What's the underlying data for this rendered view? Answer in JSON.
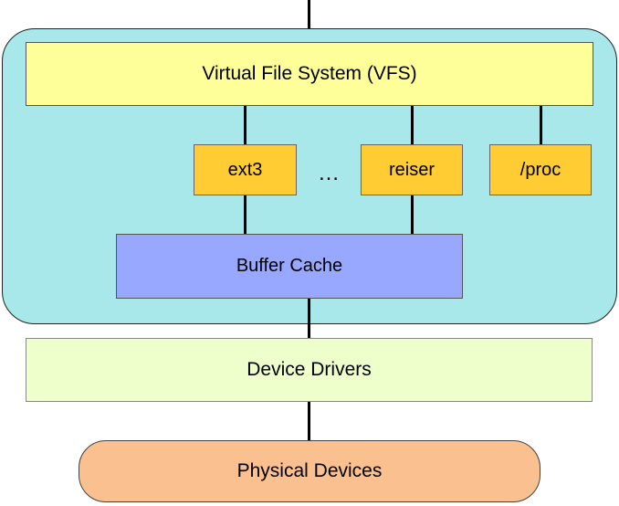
{
  "colors": {
    "kernel_region_fill": "#a8e8ea",
    "vfs_fill": "#ffff99",
    "filesystem_fill": "#ffcc33",
    "buffer_cache_fill": "#99a8ff",
    "device_drivers_fill": "#eeffcc",
    "physical_devices_fill": "#fac090"
  },
  "labels": {
    "vfs": "Virtual File System (VFS)",
    "ext3": "ext3",
    "ellipsis": "…",
    "reiser": "reiser",
    "proc": "/proc",
    "buffer_cache": "Buffer Cache",
    "device_drivers": "Device Drivers",
    "physical_devices": "Physical Devices"
  }
}
